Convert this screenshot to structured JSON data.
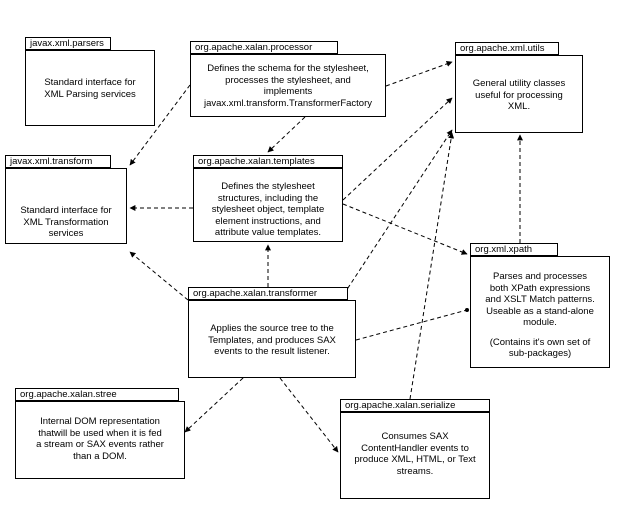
{
  "packages": [
    {
      "id": "parsers",
      "name": "javax.xml.parsers",
      "lines": [
        "Standard interface for",
        "XML Parsing services"
      ]
    },
    {
      "id": "processor",
      "name": "org.apache.xalan.processor",
      "lines": [
        "Defines the schema for the stylesheet,",
        "processes the stylesheet, and",
        "implements",
        "javax.xml.transform.TransformerFactory"
      ]
    },
    {
      "id": "utils",
      "name": "org.apache.xml.utils",
      "lines": [
        "General utility classes",
        "useful for processing",
        "XML."
      ]
    },
    {
      "id": "transform",
      "name": "javax.xml.transform",
      "lines": [
        "Standard interface for",
        "XML Transformation",
        "services"
      ]
    },
    {
      "id": "templates",
      "name": "org.apache.xalan.templates",
      "lines": [
        "Defines the stylesheet",
        "structures, including the",
        "stylesheet object, template",
        "element instructions, and",
        "attribute value templates."
      ]
    },
    {
      "id": "xpath",
      "name": "org.xml.xpath",
      "lines": [
        "Parses and processes",
        "both XPath expressions",
        "and XSLT Match patterns.",
        "Useable as a stand-alone",
        "module."
      ],
      "extra_lines": [
        "(Contains it's own set of",
        "sub-packages)"
      ]
    },
    {
      "id": "transformer",
      "name": "org.apache.xalan.transformer",
      "lines": [
        "Applies the source tree to the",
        "Templates, and produces SAX",
        "events to the result listener."
      ]
    },
    {
      "id": "stree",
      "name": "org.apache.xalan.stree",
      "lines": [
        "Internal DOM representation",
        "thatwill be used when it is fed",
        "a stream or SAX events rather",
        "than a DOM."
      ]
    },
    {
      "id": "serialize",
      "name": "org.apache.xalan.serialize",
      "lines": [
        "Consumes SAX",
        "ContentHandler events to",
        "produce XML, HTML, or Text",
        "streams."
      ]
    }
  ]
}
